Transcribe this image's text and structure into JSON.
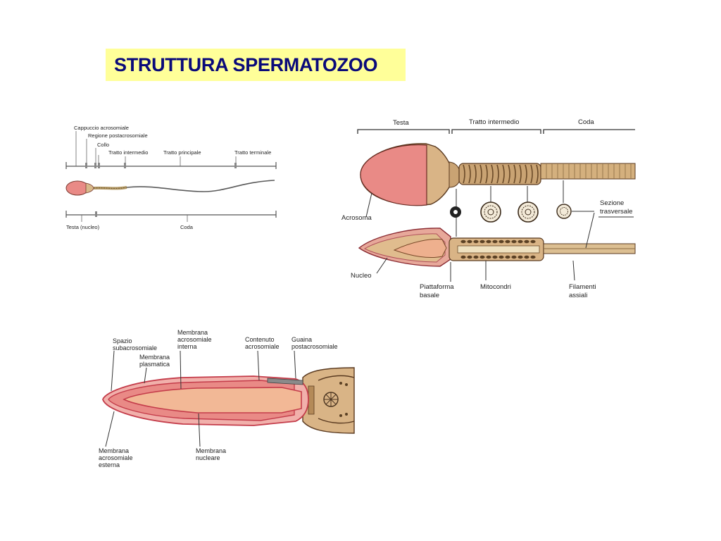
{
  "title": "STRUTTURA SPERMATOZOO",
  "colors": {
    "title_bg": "#ffff99",
    "title_text": "#0a0a7a",
    "head_pink": "#e98a86",
    "tan": "#d7b98a",
    "membrane": "#c43c4a"
  },
  "fig1": {
    "top_labels": [
      "Cappuccio acrosomiale",
      "Regione postacrosomiale",
      "Collo",
      "Tratto intermedio",
      "Tratto principale",
      "Tratto terminale"
    ],
    "bottom_labels": [
      "Testa (nucleo)",
      "Coda"
    ]
  },
  "fig2": {
    "sections": [
      "Testa",
      "Tratto intermedio",
      "Coda"
    ],
    "labels": {
      "acrosoma": "Acrosoma",
      "sezione1": "Sezione",
      "sezione2": "trasversale",
      "nucleo": "Nucleo",
      "piatt1": "Piattaforma",
      "piatt2": "basale",
      "mitocondri": "Mitocondri",
      "fil1": "Filamenti",
      "fil2": "assiali"
    }
  },
  "fig3": {
    "labels": {
      "spazio1": "Spazio",
      "spazio2": "subacrosomiale",
      "mp1": "Membrana",
      "mp2": "plasmatica",
      "mai1": "Membrana",
      "mai2": "acrosomiale",
      "mai3": "interna",
      "ca1": "Contenuto",
      "ca2": "acrosomiale",
      "gp1": "Guaina",
      "gp2": "postacrosomiale",
      "mae1": "Membrana",
      "mae2": "acrosomiale",
      "mae3": "esterna",
      "mn1": "Membrana",
      "mn2": "nucleare"
    }
  }
}
